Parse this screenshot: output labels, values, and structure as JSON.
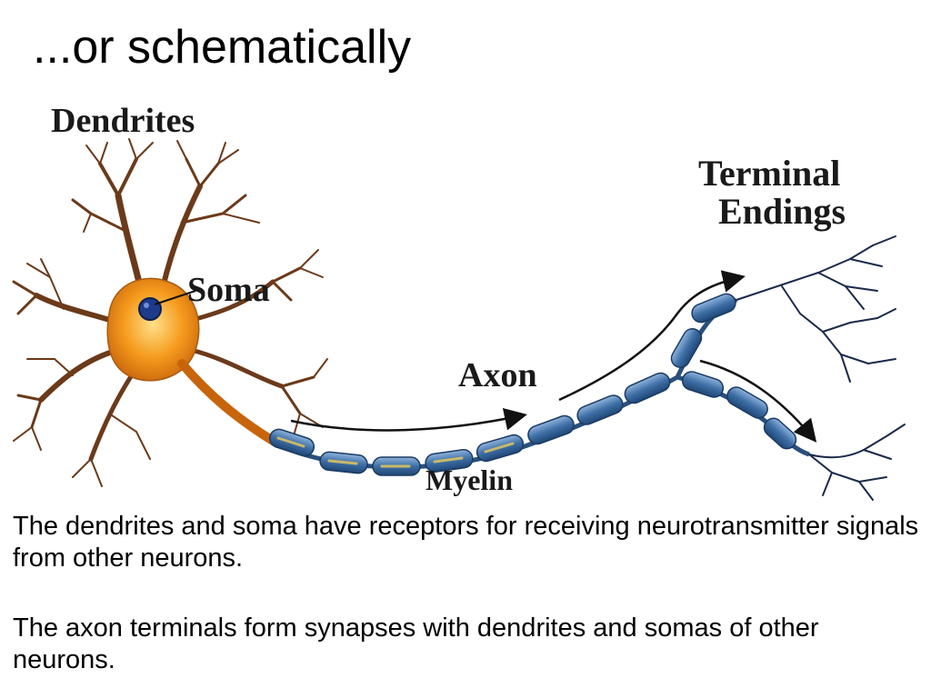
{
  "slide": {
    "title": "...or schematically"
  },
  "diagram": {
    "labels": {
      "dendrites": "Dendrites",
      "soma": "Soma",
      "axon": "Axon",
      "myelin": "Myelin",
      "terminal_line1": "Terminal",
      "terminal_line2": "Endings"
    },
    "colors": {
      "dendrite": "#6b3a1a",
      "soma": "#f08a10",
      "soma_highlight": "#ffd36a",
      "nucleus": "#1e3a8a",
      "myelin": "#3d6ea8",
      "myelin_inner": "#c9b86a",
      "arrow": "#111111"
    }
  },
  "captions": [
    "The dendrites and soma have receptors for receiving neurotransmitter signals from other neurons.",
    "The axon terminals form synapses with dendrites and somas of other neurons."
  ]
}
